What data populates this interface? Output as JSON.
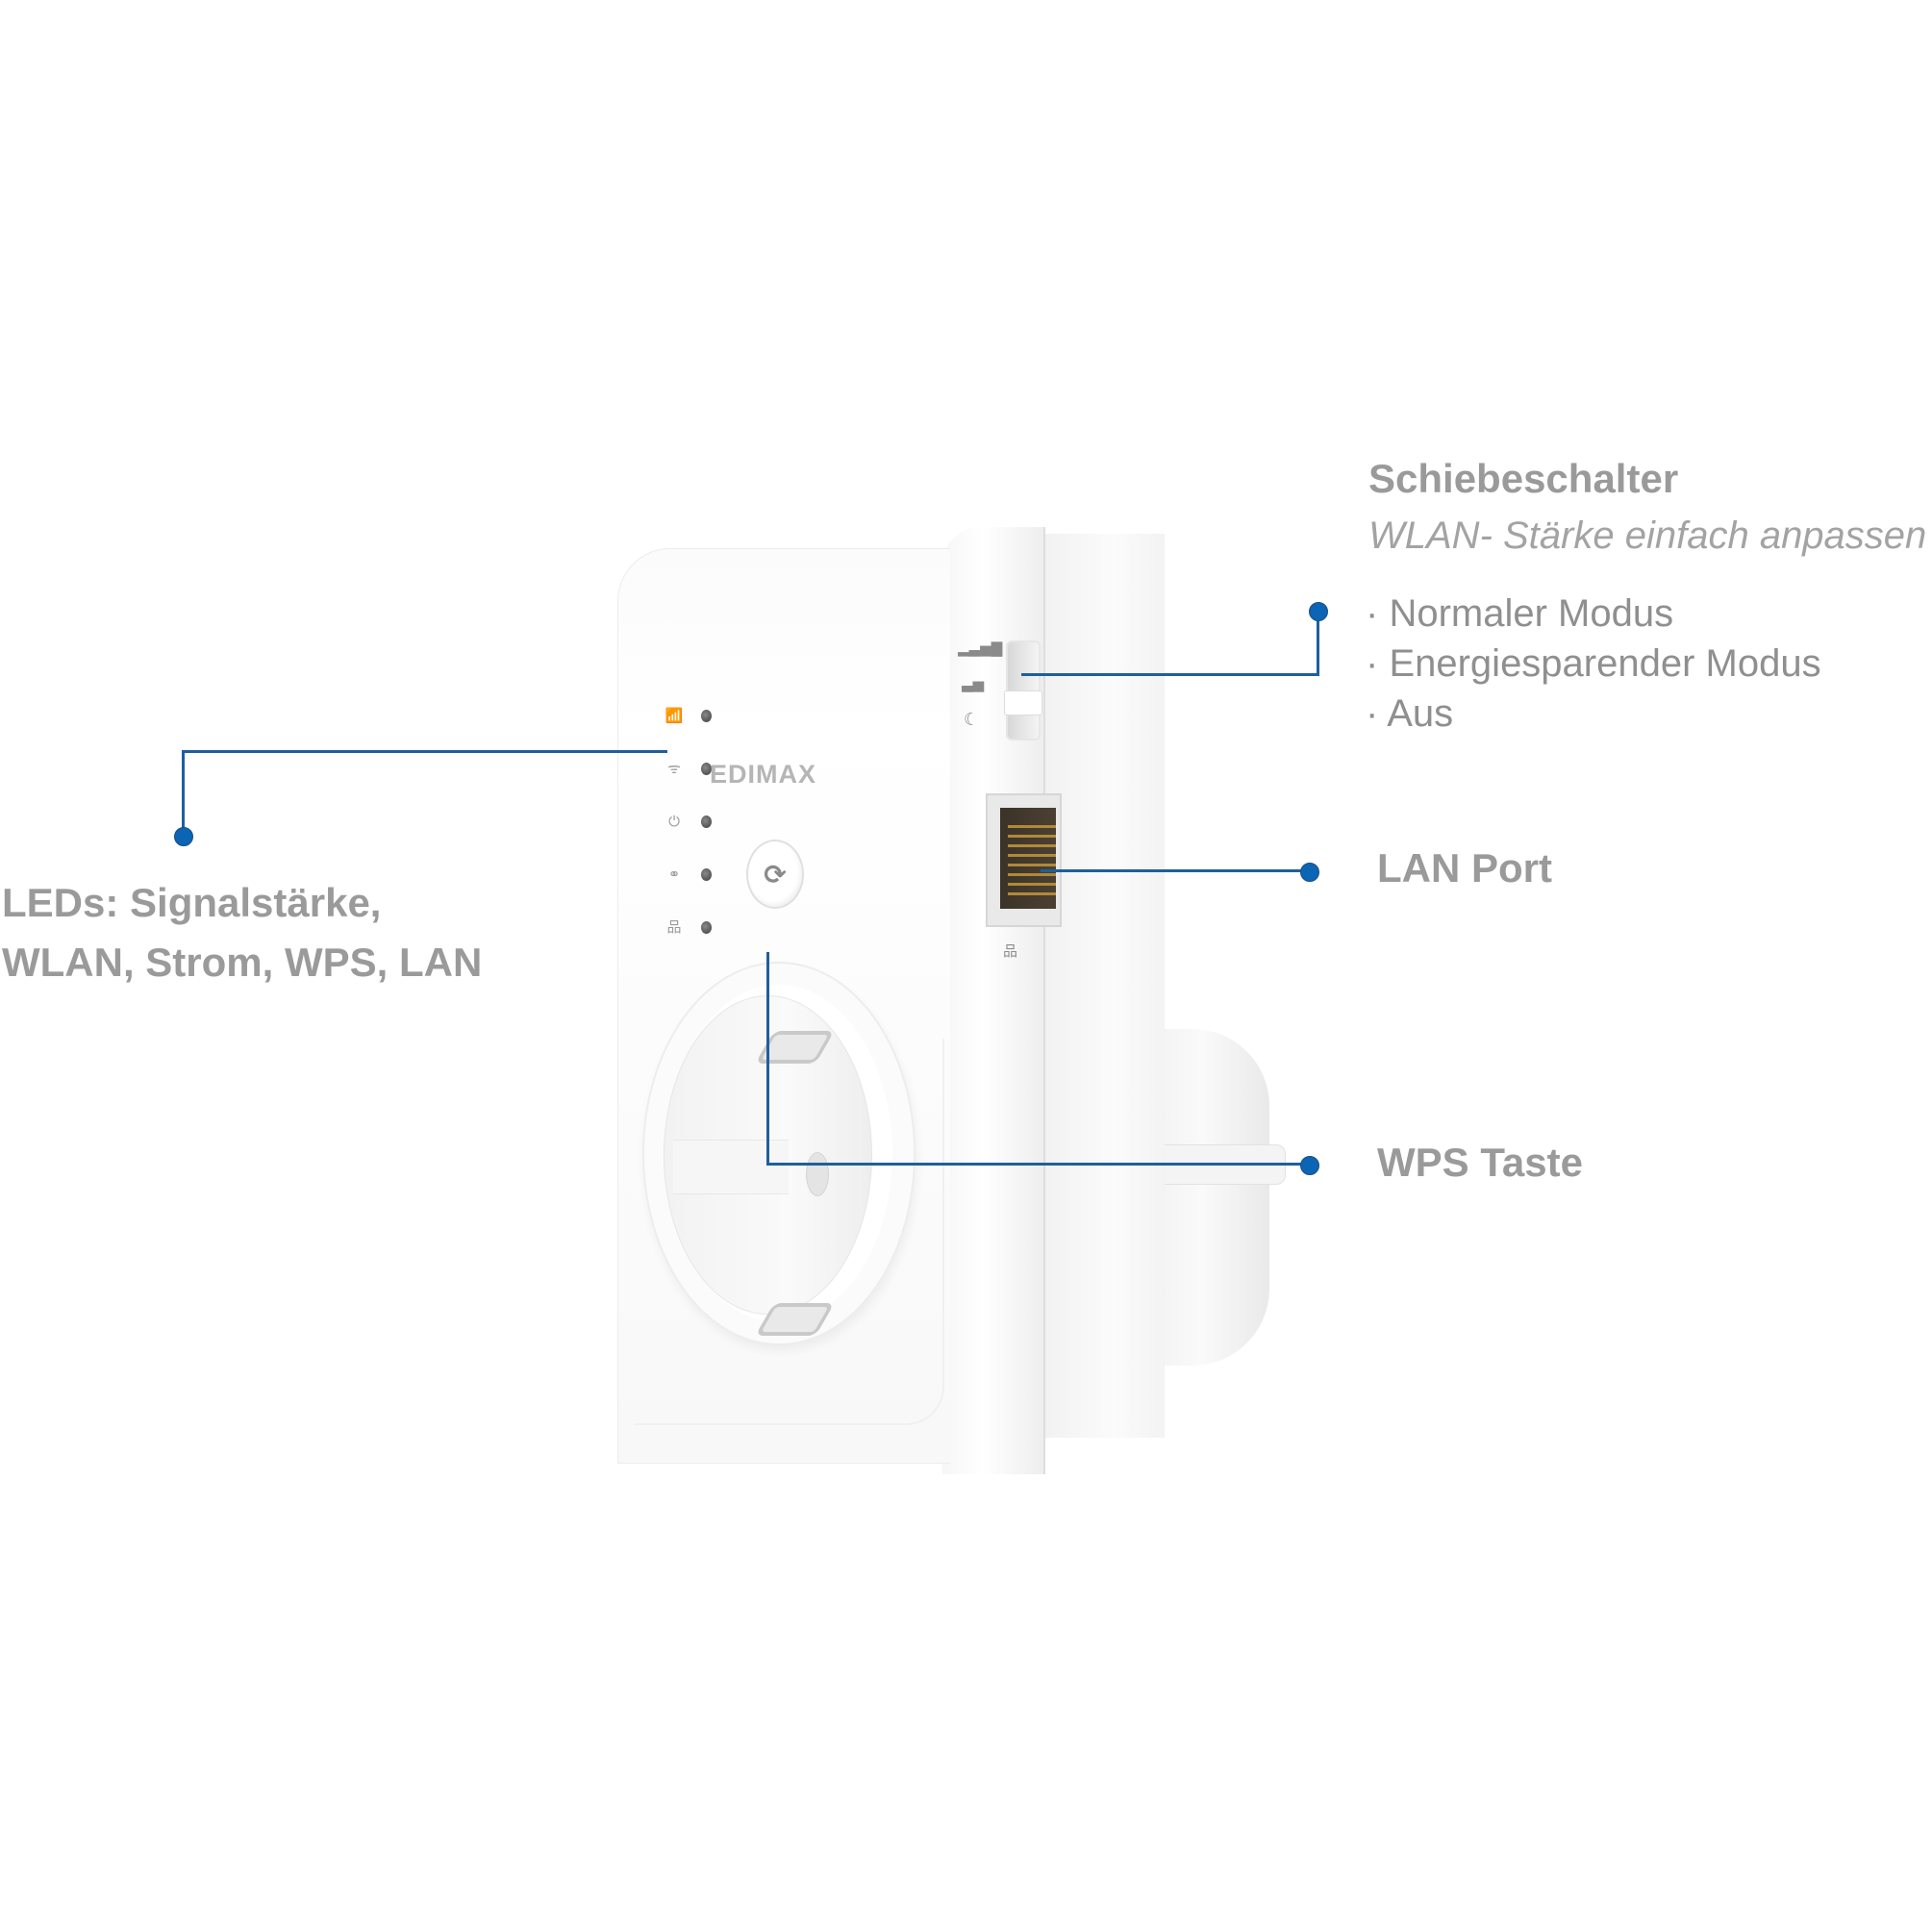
{
  "device": {
    "brand": "EDIMAX",
    "led_indicators": [
      {
        "name": "signal-strength",
        "icon": "signal-bars-icon",
        "glyph": "📶"
      },
      {
        "name": "wlan",
        "icon": "wifi-icon",
        "glyph": "ᯤ"
      },
      {
        "name": "power",
        "icon": "power-icon",
        "glyph": "⏻"
      },
      {
        "name": "wps",
        "icon": "wps-icon",
        "glyph": "⚭"
      },
      {
        "name": "lan",
        "icon": "network-icon",
        "glyph": "品"
      }
    ],
    "wps_button_glyph": "⟳",
    "slider_icons": [
      {
        "name": "full-signal-icon",
        "glyph": "▂▃▅▇"
      },
      {
        "name": "half-signal-icon",
        "glyph": "▃▅"
      },
      {
        "name": "moon-icon",
        "glyph": "☾"
      }
    ],
    "lan_port_icon": "品"
  },
  "callouts": {
    "slider": {
      "title": "Schiebeschalter",
      "subtitle": "WLAN- Stärke einfach anpassen",
      "options": [
        "Normaler Modus",
        "Energiesparender Modus",
        "Aus"
      ]
    },
    "leds": {
      "line1": "LEDs: Signalstärke,",
      "line2": "WLAN, Strom, WPS, LAN"
    },
    "lan_port": {
      "title": "LAN Port"
    },
    "wps_button": {
      "title": "WPS Taste"
    }
  },
  "colors": {
    "callout_line": "#1e5f9e",
    "callout_dot": "#0b64b4",
    "label_text": "#9a9a9a"
  }
}
